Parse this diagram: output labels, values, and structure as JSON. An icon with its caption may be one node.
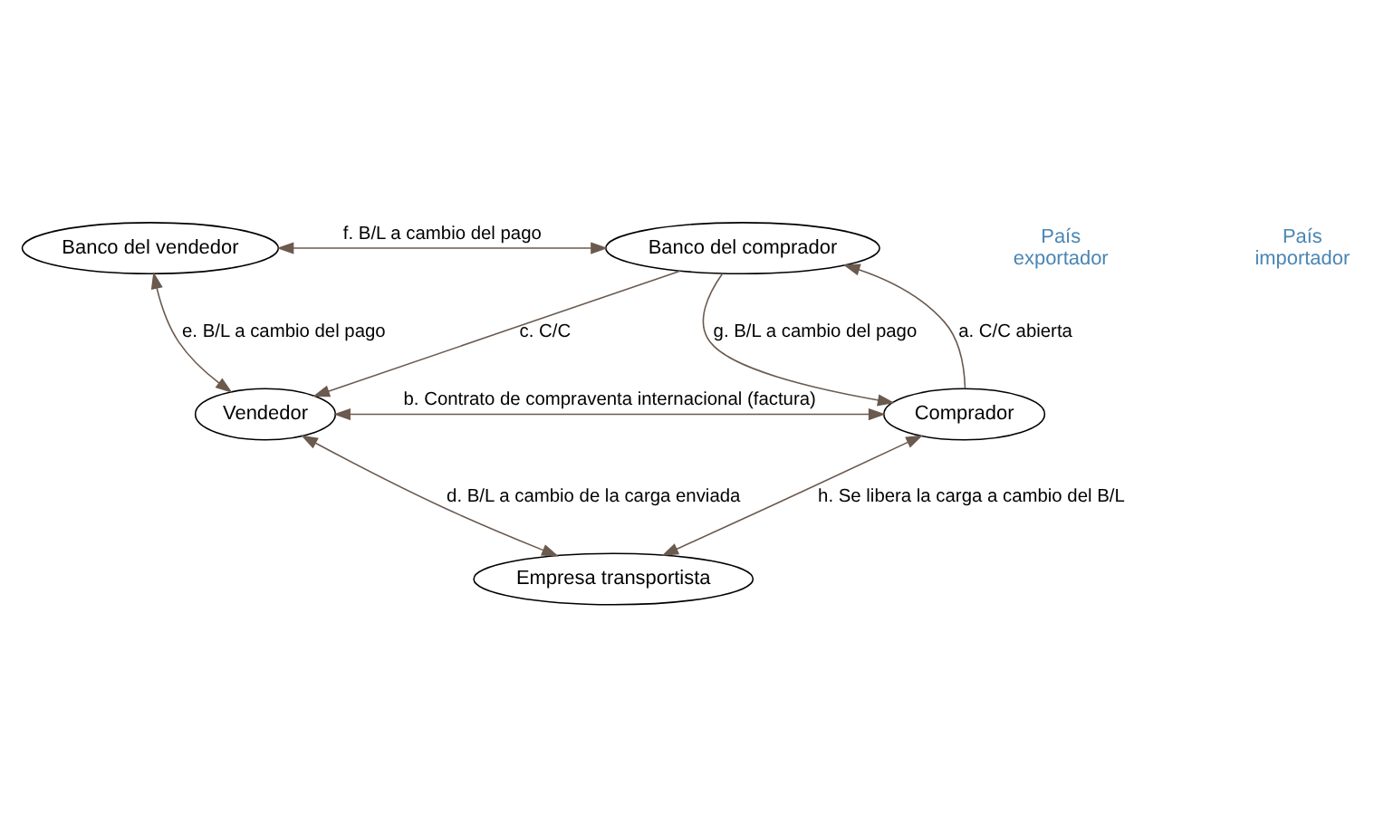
{
  "diagram": {
    "nodes": [
      {
        "text": [
          "Banco del vendedor"
        ]
      },
      {
        "text": [
          "Banco del comprador"
        ]
      },
      {
        "text": [
          "Vendedor"
        ]
      },
      {
        "text": [
          "Comprador"
        ]
      },
      {
        "text": [
          "Empresa transportista"
        ]
      }
    ],
    "edges": [
      {
        "from": 0,
        "to": 1,
        "arrow": "both",
        "label": "f. B/L a cambio del pago"
      },
      {
        "from": 1,
        "to": 3,
        "arrow": "to",
        "label": "g. B/L a cambio del pago"
      },
      {
        "from": 3,
        "to": 1,
        "arrow": "to",
        "label": "a. C/C abierta"
      },
      {
        "from": 1,
        "to": 2,
        "arrow": "to",
        "label": "c. C/C"
      },
      {
        "from": 0,
        "to": 2,
        "arrow": "both",
        "label": "e. B/L a cambio del pago"
      },
      {
        "from": 2,
        "to": 3,
        "arrow": "both",
        "label": "b. Contrato de compraventa internacional (factura)"
      },
      {
        "from": 2,
        "to": 4,
        "arrow": "both",
        "label": "d. B/L a cambio de la carga enviada"
      },
      {
        "from": 4,
        "to": 3,
        "arrow": "both",
        "label": "h. Se libera la carga a cambio del B/L"
      }
    ],
    "labels": [
      "País exportador",
      "País importador"
    ]
  }
}
